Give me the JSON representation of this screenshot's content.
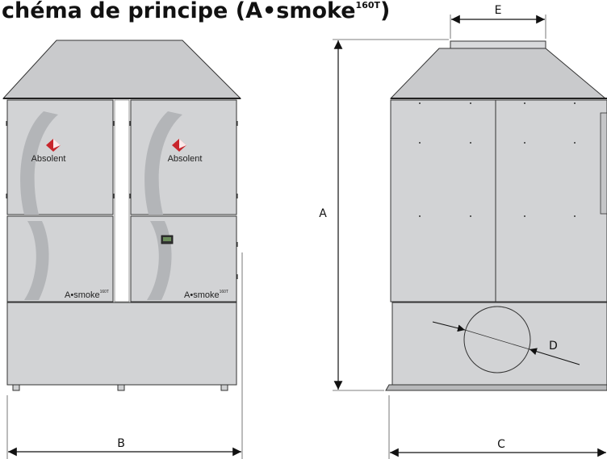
{
  "title": {
    "text": "chéma de principe (A•smoke",
    "sup": "160T",
    "close": ")"
  },
  "dimensions": {
    "a": "A",
    "b": "B",
    "c": "C",
    "d": "D",
    "e": "E"
  },
  "front_view": {
    "left_panel": {
      "brand": "Absolent",
      "model": "A•smoke",
      "model_sup": "160T"
    },
    "right_panel": {
      "brand": "Absolent",
      "model": "A•smoke",
      "model_sup": "160T"
    }
  },
  "colors": {
    "cabinet": "#d2d3d5",
    "hood": "#c9cacc",
    "swoosh": "#b3b5b8",
    "outline": "#333333",
    "logo_red": "#c8252c"
  }
}
